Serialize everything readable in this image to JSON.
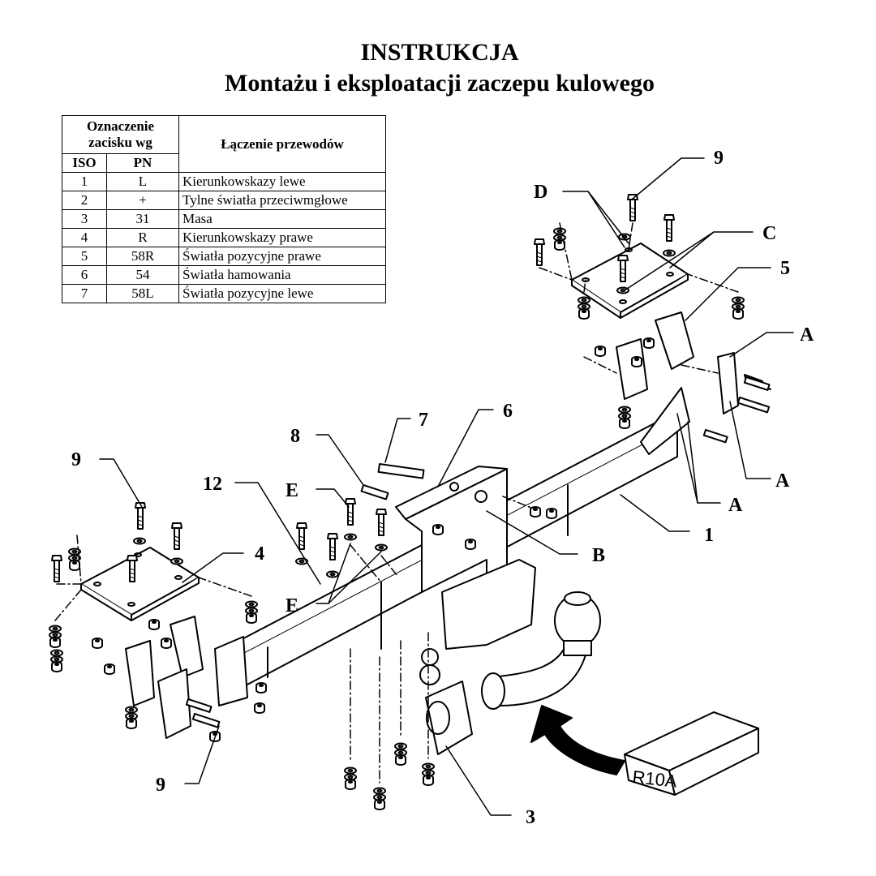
{
  "title": "INSTRUKCJA",
  "subtitle": "Montażu i eksploatacji zaczepu kulowego",
  "table": {
    "header_group": "Oznaczenie zacisku wg",
    "header_iso": "ISO",
    "header_pn": "PN",
    "header_desc": "Łączenie przewodów",
    "rows": [
      {
        "iso": "1",
        "pn": "L",
        "desc": "Kierunkowskazy lewe"
      },
      {
        "iso": "2",
        "pn": "+",
        "desc": "Tylne światła przeciwmgłowe"
      },
      {
        "iso": "3",
        "pn": "31",
        "desc": "Masa"
      },
      {
        "iso": "4",
        "pn": "R",
        "desc": "Kierunkowskazy prawe"
      },
      {
        "iso": "5",
        "pn": "58R",
        "desc": "Światła pozycyjne prawe"
      },
      {
        "iso": "6",
        "pn": "54",
        "desc": "Światła hamowania"
      },
      {
        "iso": "7",
        "pn": "58L",
        "desc": "Światła pozycyjne lewe"
      }
    ]
  },
  "labels": {
    "n9_top": "9",
    "D": "D",
    "C": "C",
    "n5": "5",
    "A1": "A",
    "A2": "A",
    "A3": "A",
    "n6": "6",
    "n7": "7",
    "n8": "8",
    "E1": "E",
    "E2": "E",
    "n12": "12",
    "B": "B",
    "n1": "1",
    "n9_left": "9",
    "n4": "4",
    "n9_bottom": "9",
    "n3": "3"
  },
  "box_label": "R10A"
}
